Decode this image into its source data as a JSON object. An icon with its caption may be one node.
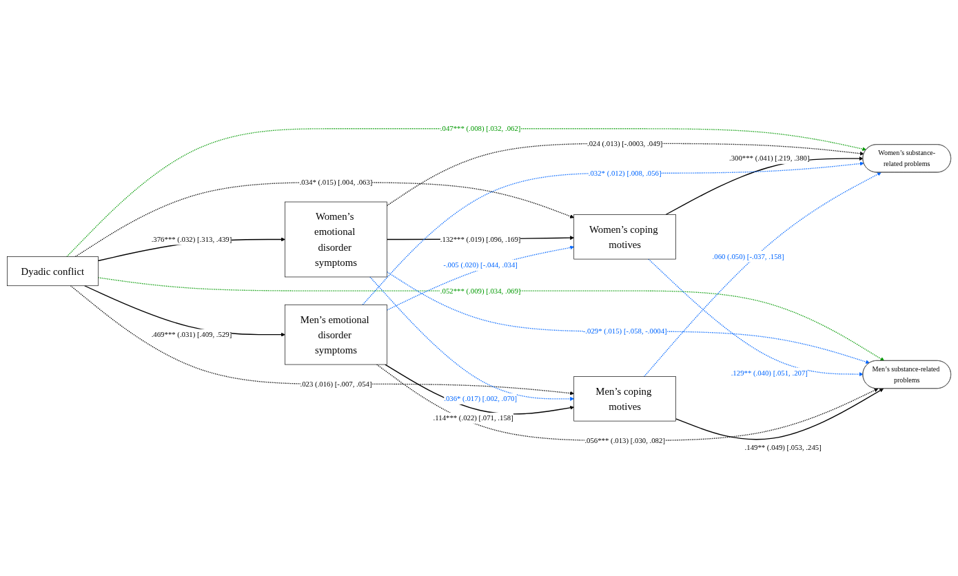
{
  "diagram": {
    "nodes": [
      {
        "text": [
          "Dyadic conflict"
        ]
      },
      {
        "text": [
          "Women’s emotional disorder symptoms"
        ]
      },
      {
        "text": [
          "Women’s coping motives"
        ]
      },
      {
        "text": [
          "Men’s emotional disorder symptoms"
        ]
      },
      {
        "text": [
          "Men’s coping motives"
        ]
      },
      {
        "text": [
          "Women’s substance-related problems"
        ]
      },
      {
        "text": [
          "Men’s substance-related problems"
        ]
      }
    ],
    "edges": [
      {
        "from": 0,
        "to": 1,
        "arrow": "to",
        "label": ".376*** (.032) [.313, .439]"
      },
      {
        "from": 0,
        "to": 2,
        "arrow": "to",
        "style": "dashed",
        "label": ".034* (.015) [.004, .063]"
      },
      {
        "from": 0,
        "to": 5,
        "arrow": "to",
        "style": "dashed",
        "color": "#009900",
        "label": ".047*** (.008) [.032, .062]"
      },
      {
        "from": 0,
        "to": 6,
        "arrow": "to",
        "style": "dashed",
        "color": "#009900",
        "label": ".052*** (.009) [.034, .069]"
      },
      {
        "from": 0,
        "to": 4,
        "arrow": "to",
        "style": "dashed",
        "label": ".023 (.016) [-.007, .054]"
      },
      {
        "from": 0,
        "to": 3,
        "arrow": "to",
        "label": ".469*** (.031) [.409, .529]"
      },
      {
        "from": 1,
        "to": 2,
        "arrow": "to",
        "label": ".132*** (.019) [.096, .169]"
      },
      {
        "from": 1,
        "to": 5,
        "arrow": "to",
        "style": "dashed",
        "label": ".024 (.013) [-.0003, .049]"
      },
      {
        "from": 1,
        "to": 4,
        "arrow": "to",
        "style": "dashed",
        "color": "#0066ff",
        "label": ".036* (.017) [.002, .070]"
      },
      {
        "from": 1,
        "to": 6,
        "arrow": "to",
        "style": "dashed",
        "color": "#0066ff",
        "label": "-.029* (.015) [-.058, -.0004]"
      },
      {
        "from": 2,
        "to": 5,
        "arrow": "to",
        "label": ".300*** (.041) [.219, .380]"
      },
      {
        "from": 2,
        "to": 6,
        "arrow": "to",
        "style": "dashed",
        "color": "#0066ff",
        "label": ".129** (.040) [.051, .207]"
      },
      {
        "from": 3,
        "to": 2,
        "arrow": "to",
        "style": "dashed",
        "color": "#0066ff",
        "label": "-.005 (.020) [-.044, .034]"
      },
      {
        "from": 3,
        "to": 5,
        "arrow": "to",
        "style": "dashed",
        "color": "#0066ff",
        "label": ".032* (.012) [.008, .056]"
      },
      {
        "from": 3,
        "to": 6,
        "arrow": "to",
        "style": "dashed",
        "label": ".056*** (.013) [.030, .082]"
      },
      {
        "from": 3,
        "to": 4,
        "arrow": "to",
        "label": ".114*** (.022) [.071, .158]"
      },
      {
        "from": 4,
        "to": 6,
        "arrow": "to",
        "label": ".149** (.049) [.053, .245]"
      },
      {
        "from": 4,
        "to": 5,
        "arrow": "to",
        "style": "dashed",
        "color": "#0066ff",
        "label": ".060 (.050) [-.037, .158]"
      }
    ]
  }
}
